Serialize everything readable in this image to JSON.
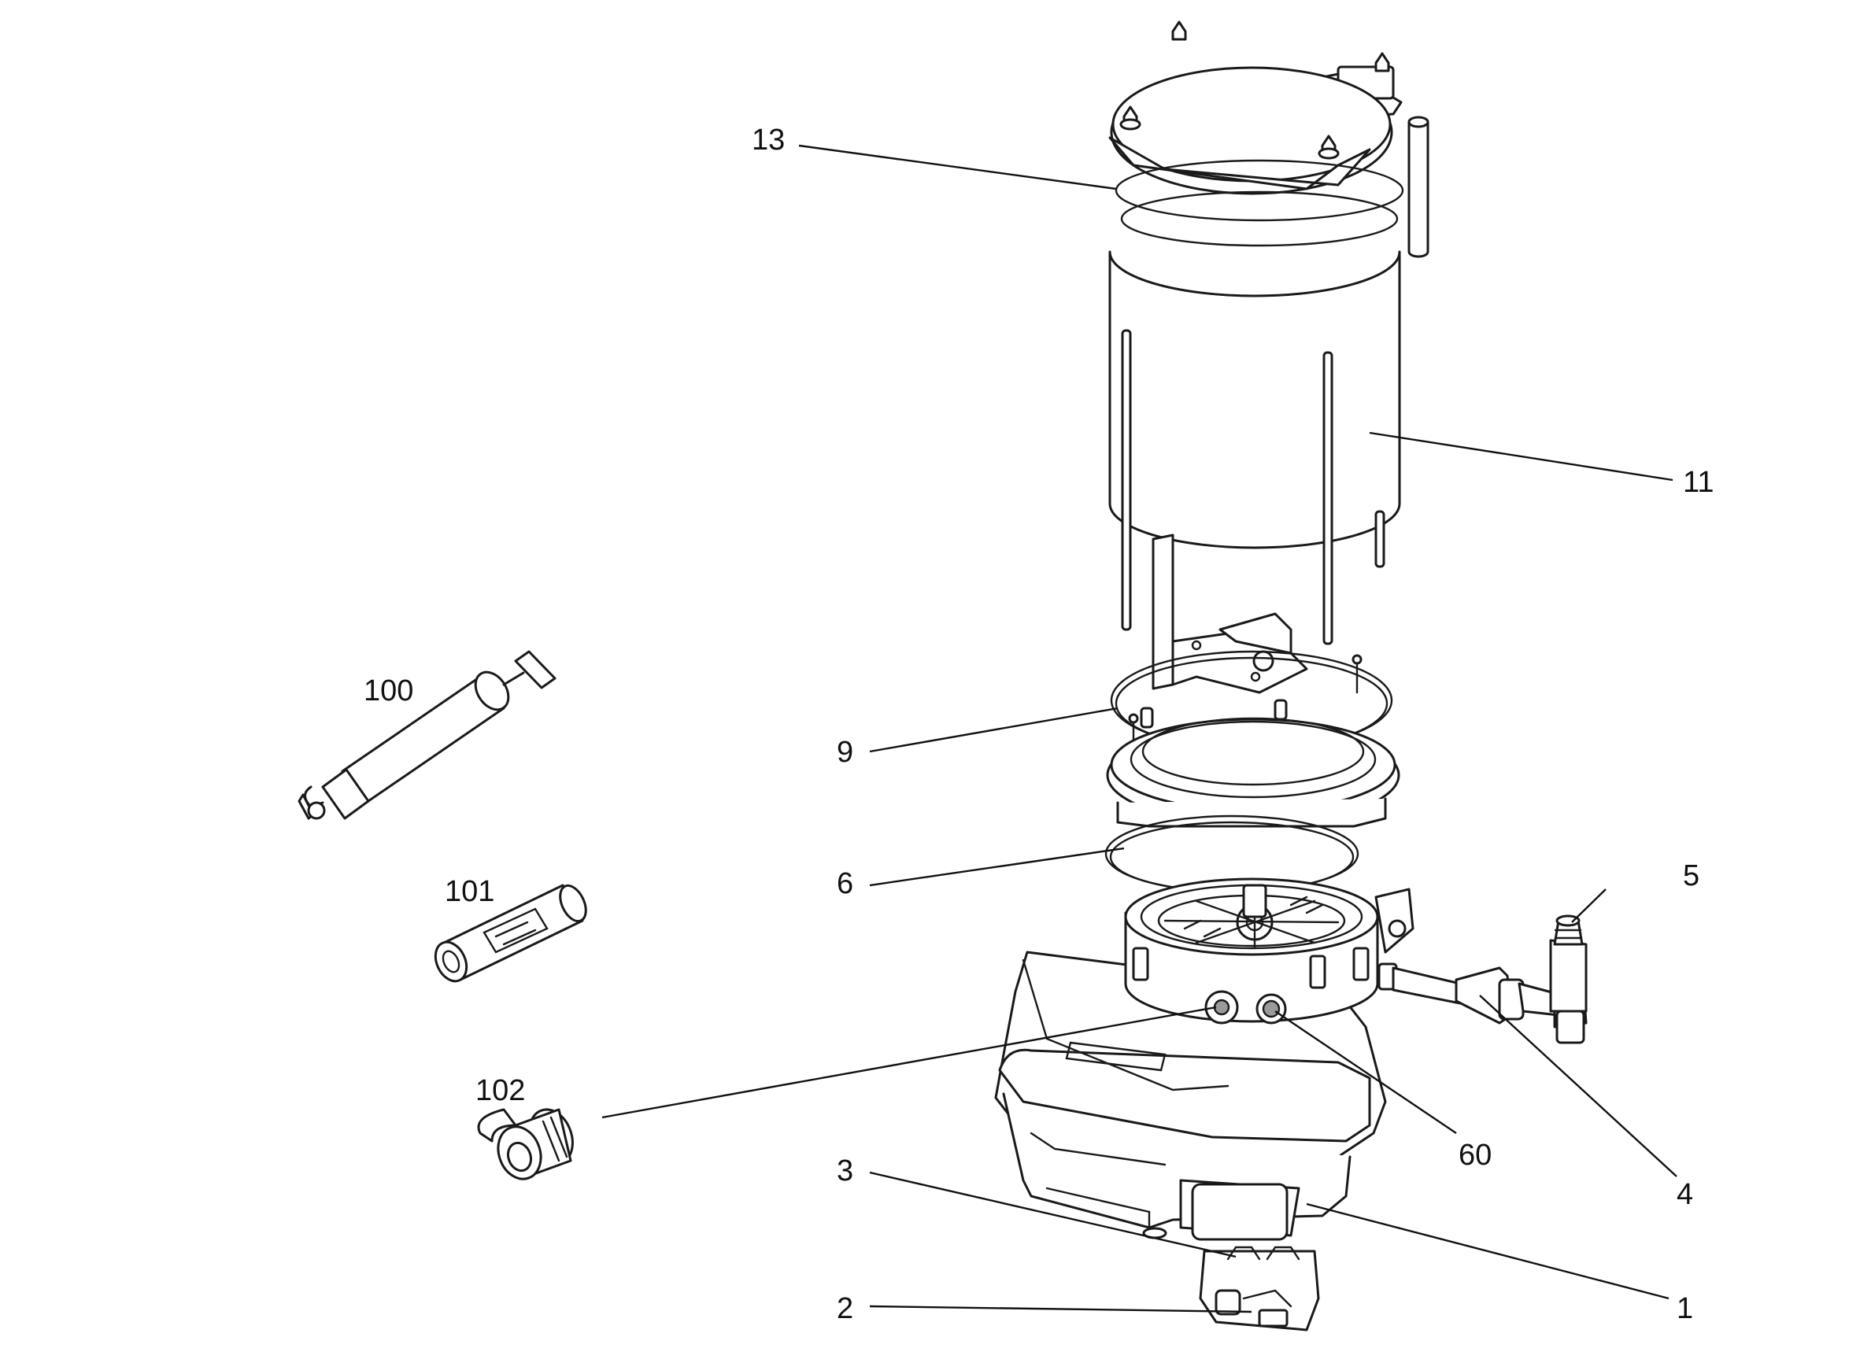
{
  "callouts": [
    {
      "id": "c13",
      "text": "13"
    },
    {
      "id": "c11",
      "text": "11"
    },
    {
      "id": "c100",
      "text": "100"
    },
    {
      "id": "c9",
      "text": "9"
    },
    {
      "id": "c101",
      "text": "101"
    },
    {
      "id": "c6",
      "text": "6"
    },
    {
      "id": "c5",
      "text": "5"
    },
    {
      "id": "c102",
      "text": "102"
    },
    {
      "id": "c60",
      "text": "60"
    },
    {
      "id": "c3",
      "text": "3"
    },
    {
      "id": "c4",
      "text": "4"
    },
    {
      "id": "c2",
      "text": "2"
    },
    {
      "id": "c1",
      "text": "1"
    }
  ]
}
